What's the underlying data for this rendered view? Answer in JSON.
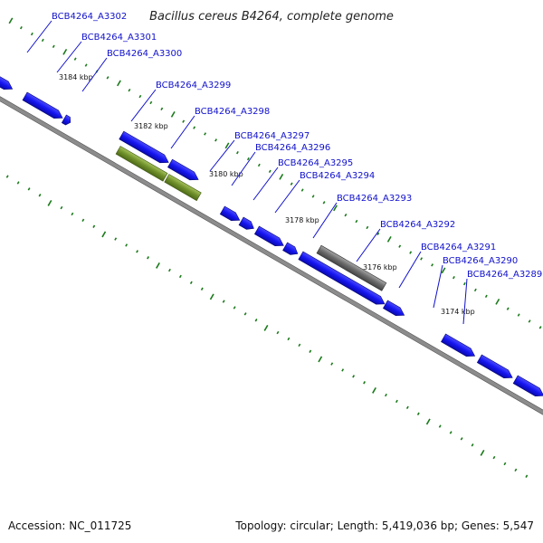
{
  "title": "Bacillus cereus B4264, complete genome",
  "footer": {
    "accession": "Accession: NC_011725",
    "summary": "Topology: circular; Length: 5,419,036 bp; Genes: 5,547"
  },
  "colors": {
    "backbone": "#8c8c8c",
    "gene_cds": "#1010ee",
    "gene_highlight": "#6f8f2a",
    "gene_other": "#666666",
    "label": "#1010cc",
    "tick": "#1a7a1a"
  },
  "tick_labels": [
    "3184 kbp",
    "3182 kbp",
    "3180 kbp",
    "3178 kbp",
    "3176 kbp",
    "3174 kbp"
  ],
  "gene_labels": [
    "BCB4264_A3302",
    "BCB4264_A3301",
    "BCB4264_A3300",
    "BCB4264_A3299",
    "BCB4264_A3298",
    "BCB4264_A3297",
    "BCB4264_A3296",
    "BCB4264_A3295",
    "BCB4264_A3294",
    "BCB4264_A3293",
    "BCB4264_A3292",
    "BCB4264_A3291",
    "BCB4264_A3290",
    "BCB4264_A3289"
  ]
}
